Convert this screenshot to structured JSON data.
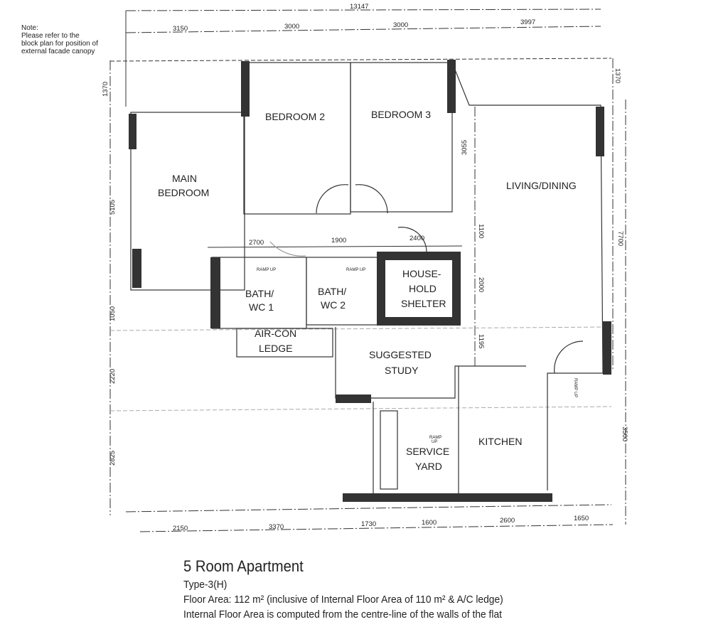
{
  "note": {
    "title": "Note:",
    "text": [
      "Please refer to the",
      "block plan for position of",
      "external facade canopy"
    ]
  },
  "rooms": {
    "bedroom2": "BEDROOM 2",
    "bedroom3": "BEDROOM 3",
    "main_bedroom": [
      "MAIN",
      "BEDROOM"
    ],
    "living_dining": "LIVING/DINING",
    "bath1": [
      "BATH/",
      "WC 1"
    ],
    "bath2": [
      "BATH/",
      "WC 2"
    ],
    "shelter": [
      "HOUSE-",
      "HOLD",
      "SHELTER"
    ],
    "aircon": [
      "AIR-CON",
      "LEDGE"
    ],
    "study": [
      "SUGGESTED",
      "STUDY"
    ],
    "service_yard": [
      "SERVICE",
      "YARD"
    ],
    "kitchen": "KITCHEN",
    "ramp_up": "RAMP UP",
    "ramp": "RAMP",
    "up": "UP"
  },
  "dimensions": {
    "top_total": "13147",
    "top": [
      "3150",
      "3000",
      "3000",
      "3997"
    ],
    "left": [
      "1370",
      "5105",
      "1050",
      "2220",
      "2825"
    ],
    "right": [
      "1370",
      "3055",
      "1100",
      "2000",
      "1195"
    ],
    "right_outer": [
      "7700",
      "3500"
    ],
    "bottom": [
      "2150",
      "3370",
      "1730",
      "1600",
      "2600",
      "1650"
    ],
    "inner": [
      "2700",
      "1900",
      "2400"
    ]
  },
  "caption": {
    "title": "5 Room Apartment",
    "type": "Type-3(H)",
    "floor_area": "Floor Area: 112 m² (inclusive of Internal Floor Area of 110 m² & A/C ledge)",
    "note": "Internal Floor Area is computed from the centre-line of the walls of the flat"
  }
}
